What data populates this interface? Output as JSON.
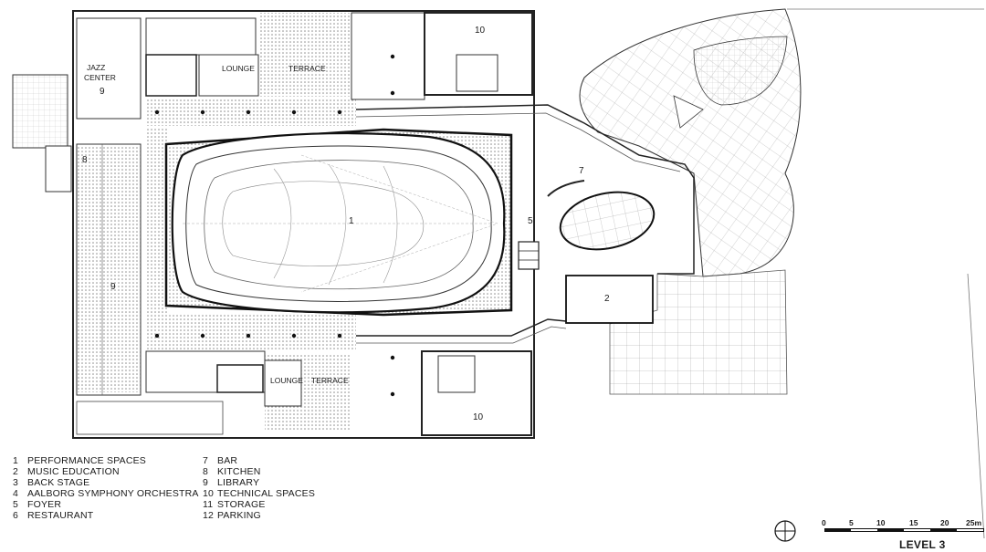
{
  "plan": {
    "room_labels": {
      "jazz_center_line1": "JAZZ",
      "jazz_center_line2": "CENTER",
      "jazz_center_num": "9",
      "lounge_top": "LOUNGE",
      "terrace_top": "TERRACE",
      "technical_top": "10",
      "kitchen": "8",
      "library": "9",
      "performance": "1",
      "foyer": "5",
      "bar": "7",
      "music_education": "2",
      "lounge_bottom": "LOUNGE",
      "terrace_bottom": "TERRACE",
      "technical_bottom": "10"
    }
  },
  "legend": {
    "left": [
      {
        "num": "1",
        "label": "PERFORMANCE SPACES"
      },
      {
        "num": "2",
        "label": "MUSIC EDUCATION"
      },
      {
        "num": "3",
        "label": "BACK STAGE"
      },
      {
        "num": "4",
        "label": "AALBORG SYMPHONY ORCHESTRA"
      },
      {
        "num": "5",
        "label": "FOYER"
      },
      {
        "num": "6",
        "label": "RESTAURANT"
      }
    ],
    "right": [
      {
        "num": "7",
        "label": "BAR"
      },
      {
        "num": "8",
        "label": "KITCHEN"
      },
      {
        "num": "9",
        "label": "LIBRARY"
      },
      {
        "num": "10",
        "label": "TECHNICAL SPACES"
      },
      {
        "num": "11",
        "label": "STORAGE"
      },
      {
        "num": "12",
        "label": "PARKING"
      }
    ]
  },
  "scale_bar": {
    "ticks": [
      "0",
      "5",
      "10",
      "15",
      "20",
      "25m"
    ]
  },
  "level_title": "LEVEL 3"
}
